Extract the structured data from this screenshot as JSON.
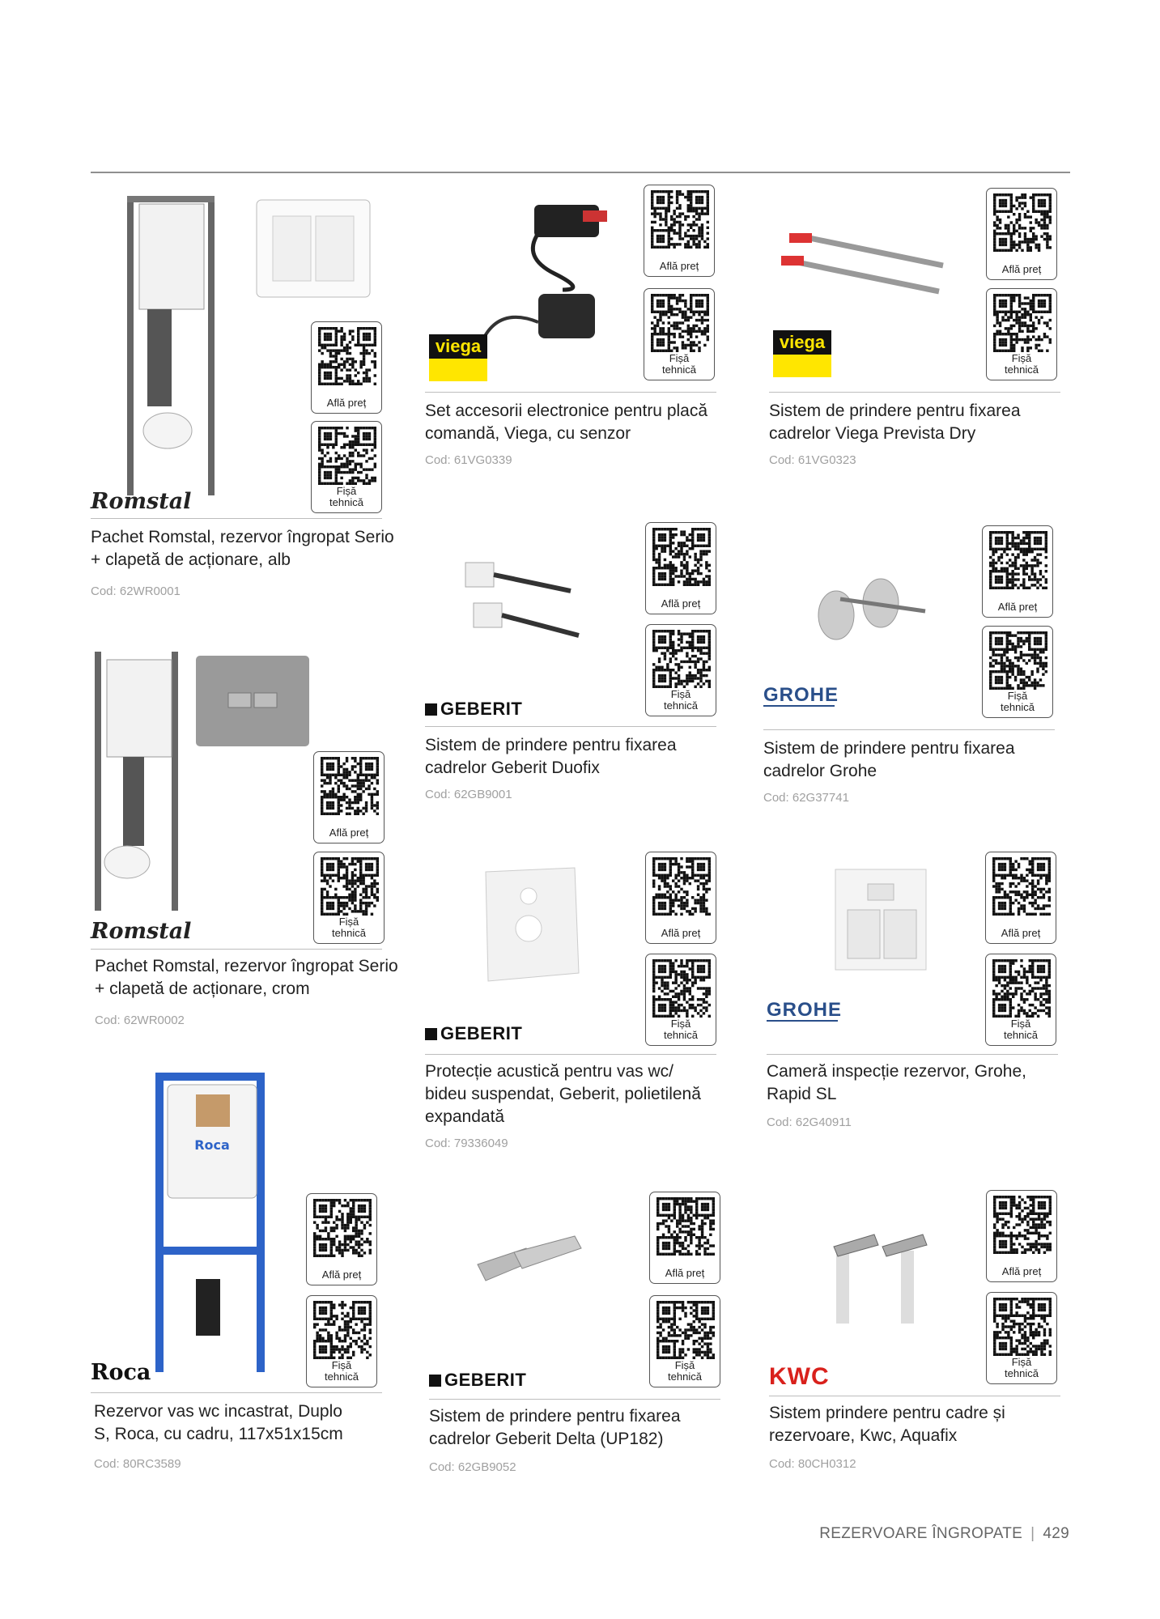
{
  "qr_labels": {
    "price": "Află preț",
    "tech_line1": "Fișă",
    "tech_line2": "tehnică"
  },
  "brand_colors": {
    "viega": "#ffe600",
    "grohe": "#2a4f8a",
    "kwc": "#d9211c"
  },
  "products": [
    {
      "brand": "Romstal",
      "title_line1": "Pachet Romstal, rezervor îngropat Serio",
      "title_line2": "+ clapetă de acționare, alb",
      "title_line3": "",
      "code": "Cod: 62WR0001"
    },
    {
      "brand": "viega",
      "title_line1": "Set accesorii electronice pentru placă",
      "title_line2": "comandă, Viega, cu senzor",
      "title_line3": "",
      "code": "Cod: 61VG0339"
    },
    {
      "brand": "viega",
      "title_line1": "Sistem de prindere pentru fixarea",
      "title_line2": "cadrelor Viega Prevista Dry",
      "title_line3": "",
      "code": "Cod: 61VG0323"
    },
    {
      "brand": "Romstal",
      "title_line1": "Pachet Romstal, rezervor îngropat Serio",
      "title_line2": "+ clapetă de acționare, crom",
      "title_line3": "",
      "code": "Cod: 62WR0002"
    },
    {
      "brand": "GEBERIT",
      "title_line1": "Sistem de prindere pentru fixarea",
      "title_line2": "cadrelor Geberit Duofix",
      "title_line3": "",
      "code": "Cod: 62GB9001"
    },
    {
      "brand": "GROHE",
      "title_line1": "Sistem de prindere pentru fixarea",
      "title_line2": "cadrelor Grohe",
      "title_line3": "",
      "code": "Cod: 62G37741"
    },
    {
      "brand": "GEBERIT",
      "title_line1": "Protecție acustică pentru vas wc/",
      "title_line2": "bideu suspendat, Geberit, polietilenă",
      "title_line3": "expandată",
      "code": "Cod: 79336049"
    },
    {
      "brand": "GROHE",
      "title_line1": "Cameră inspecție rezervor, Grohe,",
      "title_line2": "Rapid SL",
      "title_line3": "",
      "code": "Cod: 62G40911"
    },
    {
      "brand": "Roca",
      "title_line1": "Rezervor vas wc incastrat, Duplo",
      "title_line2": "S, Roca, cu cadru, 117x51x15cm",
      "title_line3": "",
      "code": "Cod: 80RC3589"
    },
    {
      "brand": "GEBERIT",
      "title_line1": "Sistem de prindere pentru fixarea",
      "title_line2": "cadrelor Geberit Delta (UP182)",
      "title_line3": "",
      "code": "Cod: 62GB9052"
    },
    {
      "brand": "KWC",
      "title_line1": "Sistem prindere pentru cadre și",
      "title_line2": "rezervoare, Kwc, Aquafix",
      "title_line3": "",
      "code": "Cod: 80CH0312"
    }
  ],
  "footer": {
    "section": "REZERVOARE ÎNGROPATE",
    "separator": "|",
    "page": "429"
  }
}
